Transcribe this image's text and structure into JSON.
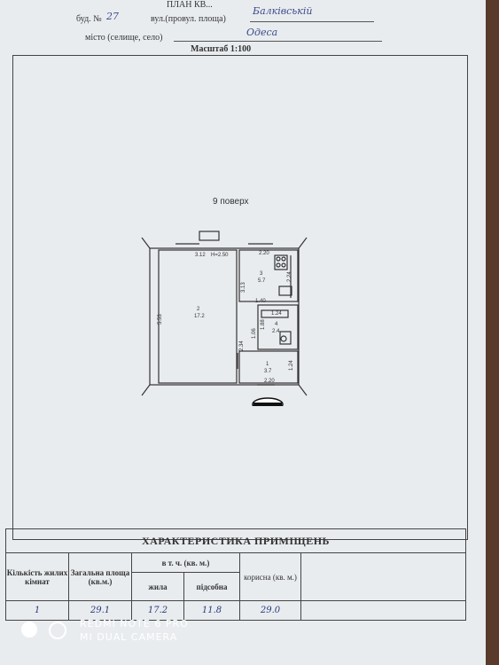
{
  "header": {
    "title_fragment": "ПЛАН КВ...",
    "building_label": "буд. №",
    "building_value": "27",
    "street_label": "вул.(провул. площа)",
    "street_value": "Балківській",
    "city_label": "місто (селище, село)",
    "city_value": "Одеса",
    "scale_label": "Масштаб 1:100"
  },
  "plan": {
    "floor": "9 поверх",
    "labels": [
      "3.12",
      "H=2.50",
      "2.20",
      "5.53",
      "2",
      "17.2",
      "3.13",
      "3",
      "5.7",
      "2.24",
      "1.40",
      "1.24",
      "1.88",
      "4",
      "2.4",
      "1.06",
      "2.34",
      "1",
      "3.7",
      "1.24",
      "2.20"
    ]
  },
  "table": {
    "title": "ХАРАКТЕРИСТИКА ПРИМІЩЕНЬ",
    "col_rooms": "Кількість жилих кімнат",
    "col_total": "Загальна площа (кв.м.)",
    "col_incl": "в т. ч. (кв. м.)",
    "col_living": "жила",
    "col_aux": "підсобна",
    "col_useful": "корисна (кв. м.)",
    "row": {
      "rooms": "1",
      "total": "29.1",
      "living": "17.2",
      "aux": "11.8",
      "useful": "29.0"
    }
  },
  "watermark": {
    "line1": "REDMI NOTE 6 PRO",
    "line2": "MI DUAL CAMERA"
  },
  "colors": {
    "paper": "#e9ecef",
    "background": "#5a3a2a",
    "ink": "#3b4a8a"
  }
}
